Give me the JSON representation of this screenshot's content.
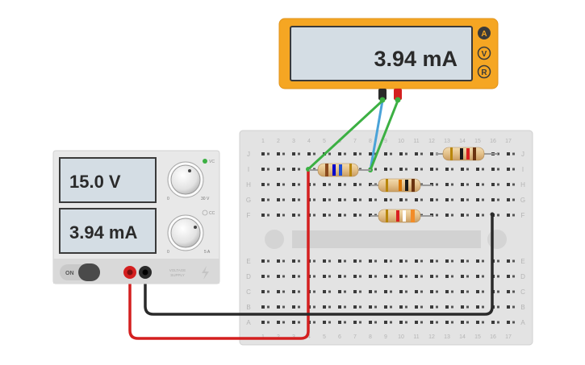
{
  "multimeter": {
    "reading": "3.94 mA",
    "modes": [
      {
        "letter": "A",
        "active": true
      },
      {
        "letter": "V",
        "active": false
      },
      {
        "letter": "R",
        "active": false
      }
    ]
  },
  "power_supply": {
    "voltage_display": "15.0 V",
    "current_display": "3.94 mA",
    "vc_label": "VC",
    "cc_label": "CC",
    "voltage_knob_min": "0",
    "voltage_knob_max": "30 V",
    "current_knob_min": "0",
    "current_knob_max": "5 A",
    "switch_label": "ON",
    "brand_line1": "VOLTAGE",
    "brand_line2": "SUPPLY"
  },
  "breadboard": {
    "columns": [
      "1",
      "2",
      "3",
      "4",
      "5",
      "6",
      "7",
      "8",
      "9",
      "10",
      "11",
      "12",
      "13",
      "14",
      "15",
      "16",
      "17"
    ],
    "top_rows": [
      "J",
      "I",
      "H",
      "G",
      "F"
    ],
    "bottom_rows": [
      "E",
      "D",
      "C",
      "B",
      "A"
    ]
  },
  "resistors": [
    {
      "id": "r1",
      "bands": [
        "#8b4a1e",
        "#0000cc",
        "#1d4ed8",
        "#b8860b"
      ]
    },
    {
      "id": "r2",
      "bands": [
        "#6b3410",
        "#1a1a1a",
        "#d97706",
        "#b8860b"
      ]
    },
    {
      "id": "r3",
      "bands": [
        "#d92020",
        "#ffffff",
        "#f28c28",
        "#b8860b"
      ]
    },
    {
      "id": "r4",
      "bands": [
        "#6b3410",
        "#d92020",
        "#1a1a1a",
        "#b8860b"
      ]
    }
  ],
  "colors": {
    "meter_body": "#f5a623",
    "lcd": "#d4dde4",
    "wire_red": "#d41f1f",
    "wire_black": "#2a2a2a",
    "wire_green": "#3cb043",
    "wire_blue": "#4aa3d8"
  }
}
